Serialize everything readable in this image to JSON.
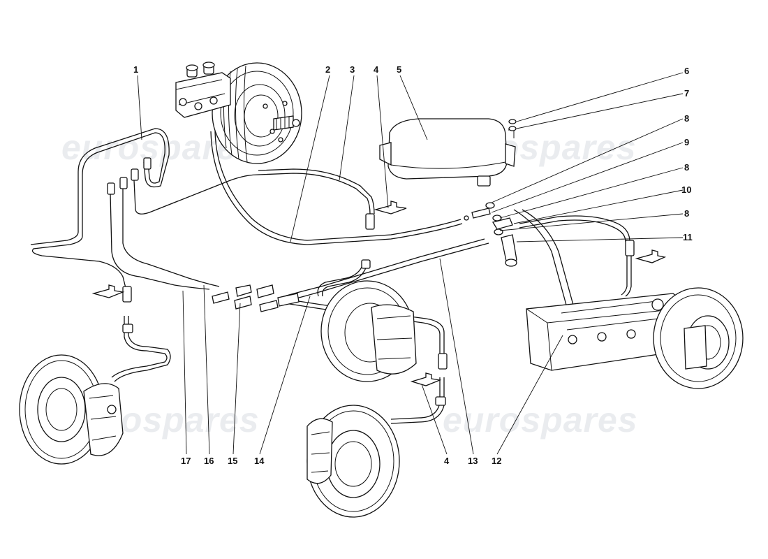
{
  "watermark": {
    "text": "eurospares",
    "color": "#d9dde2"
  },
  "callouts": [
    {
      "id": "c1",
      "text": "1"
    },
    {
      "id": "c2",
      "text": "2"
    },
    {
      "id": "c3",
      "text": "3"
    },
    {
      "id": "c4a",
      "text": "4"
    },
    {
      "id": "c5",
      "text": "5"
    },
    {
      "id": "c6",
      "text": "6"
    },
    {
      "id": "c7",
      "text": "7"
    },
    {
      "id": "c8a",
      "text": "8"
    },
    {
      "id": "c9",
      "text": "9"
    },
    {
      "id": "c8b",
      "text": "8"
    },
    {
      "id": "c10",
      "text": "10"
    },
    {
      "id": "c8c",
      "text": "8"
    },
    {
      "id": "c11",
      "text": "11"
    },
    {
      "id": "c17",
      "text": "17"
    },
    {
      "id": "c16",
      "text": "16"
    },
    {
      "id": "c15",
      "text": "15"
    },
    {
      "id": "c14",
      "text": "14"
    },
    {
      "id": "c4b",
      "text": "4"
    },
    {
      "id": "c13",
      "text": "13"
    },
    {
      "id": "c12",
      "text": "12"
    }
  ]
}
